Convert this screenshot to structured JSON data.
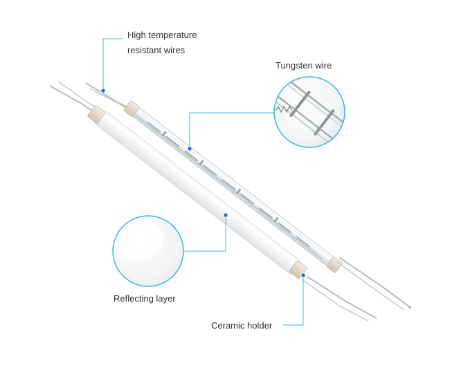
{
  "labels": {
    "high_temp_line1": "High temperature",
    "high_temp_line2": "resistant wires",
    "tungsten": "Tungsten wire",
    "reflecting": "Reflecting layer",
    "ceramic": "Ceramic holder"
  },
  "colors": {
    "callout": "#3bb6e8",
    "dot": "#1f6fd6",
    "text": "#333333",
    "tube_glass": "#eef2f3",
    "holder": "#e4dccb",
    "wire": "#b9bcbd"
  }
}
